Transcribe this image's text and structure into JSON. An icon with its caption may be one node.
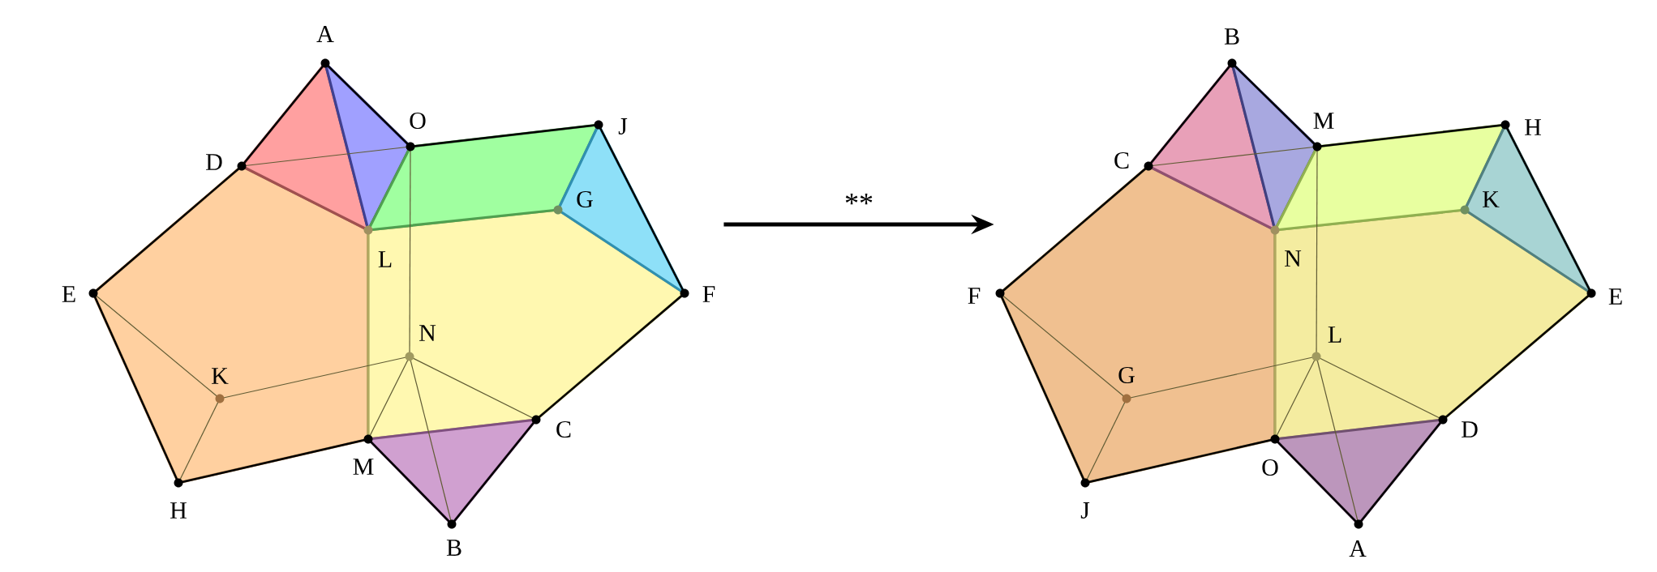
{
  "diagram": {
    "nodes": [
      {
        "text": [],
        "shape": "picture"
      },
      {
        "text": [],
        "shape": "picture"
      }
    ],
    "edges": [
      {
        "from": 0,
        "to": 1,
        "arrow": "to",
        "label": "**"
      }
    ],
    "labels": [
      "A",
      "O",
      "J",
      "D",
      "G",
      "L",
      "E",
      "F",
      "N",
      "K",
      "C",
      "M",
      "H",
      "B",
      "B",
      "M",
      "H",
      "C",
      "K",
      "N",
      "F",
      "E",
      "L",
      "G",
      "D",
      "O",
      "J",
      "A"
    ]
  }
}
